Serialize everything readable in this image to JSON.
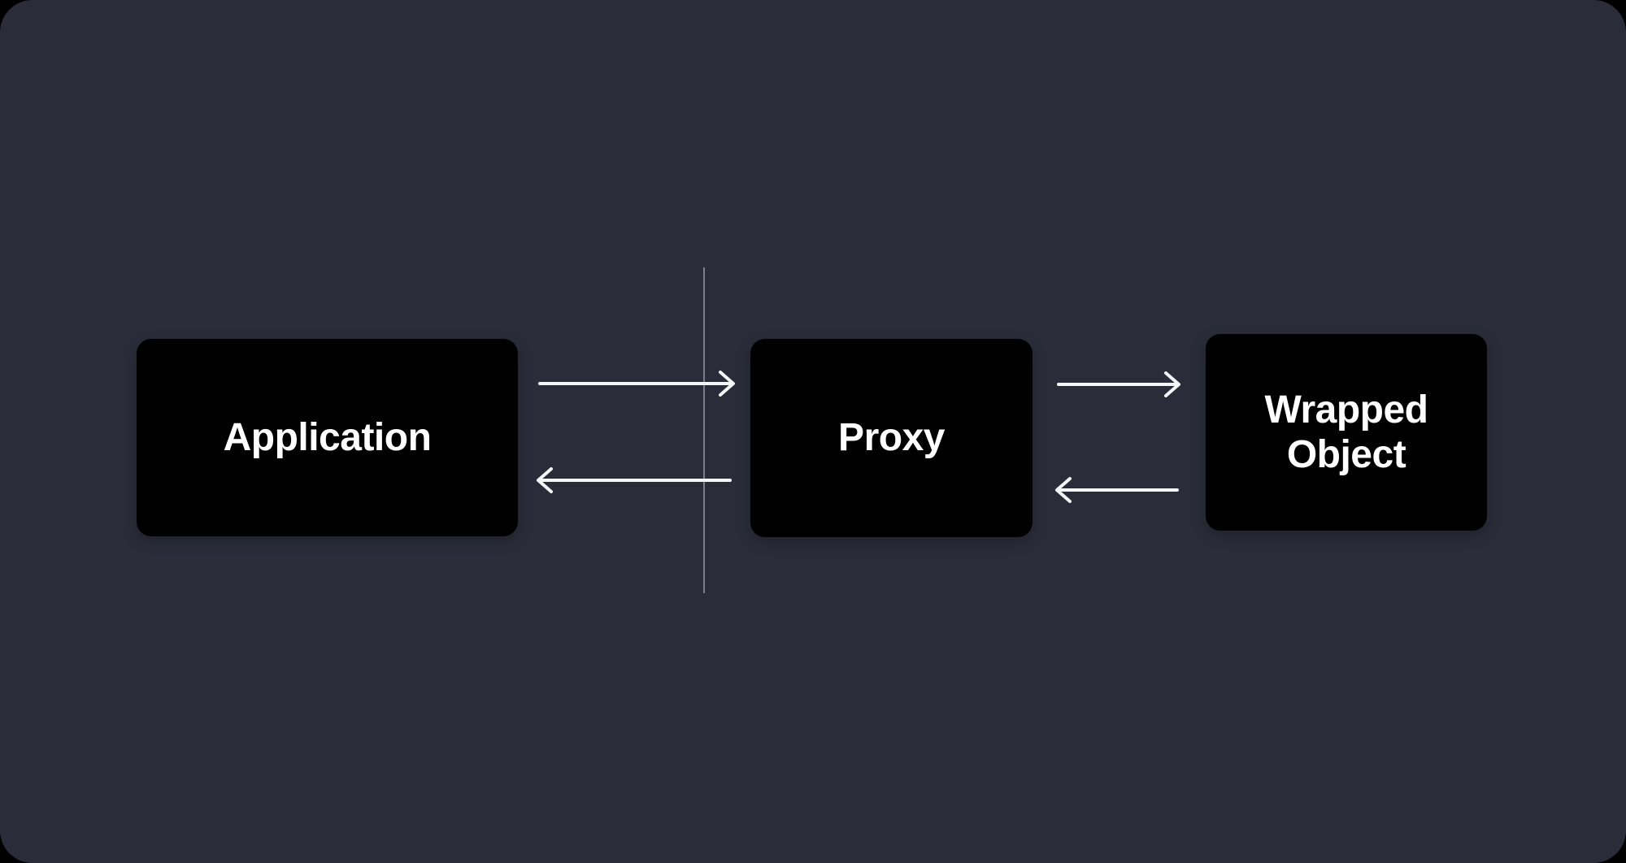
{
  "diagram": {
    "title": "Proxy pattern diagram",
    "nodes": [
      {
        "id": "application",
        "label": "Application"
      },
      {
        "id": "proxy",
        "label": "Proxy"
      },
      {
        "id": "wrapped_object",
        "label": "Wrapped Object"
      }
    ],
    "connectors": [
      {
        "id": "app-to-proxy",
        "from": "application",
        "to": "proxy",
        "direction": "right"
      },
      {
        "id": "proxy-to-app",
        "from": "proxy",
        "to": "application",
        "direction": "left"
      },
      {
        "id": "proxy-to-wrapped",
        "from": "proxy",
        "to": "wrapped_object",
        "direction": "right"
      },
      {
        "id": "wrapped-to-proxy",
        "from": "wrapped_object",
        "to": "proxy",
        "direction": "left"
      }
    ],
    "divider": {
      "orientation": "vertical",
      "position": "between application and proxy"
    },
    "colors": {
      "page_background": "#000000",
      "canvas_background": "#2a2d39",
      "node_background": "#000000",
      "node_text": "#ffffff",
      "arrow": "#f5f6f7",
      "divider_line": "#7a7e88"
    }
  }
}
